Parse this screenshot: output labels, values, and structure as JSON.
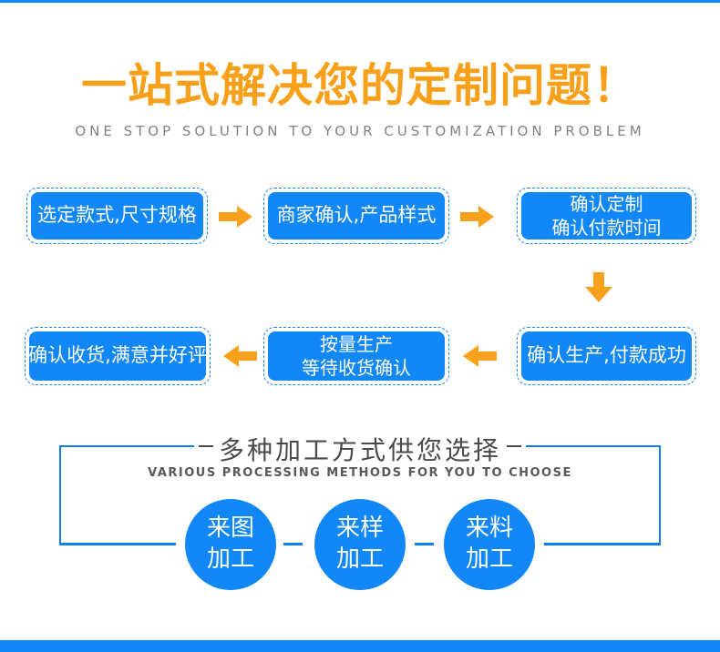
{
  "header": {
    "title": "一站式解决您的定制问题！",
    "subtitle": "ONE STOP SOLUTION TO YOUR CUSTOMIZATION PROBLEM"
  },
  "flow": {
    "steps": [
      {
        "line1": "选定款式,尺寸规格",
        "line2": ""
      },
      {
        "line1": "商家确认,产品样式",
        "line2": ""
      },
      {
        "line1": "确认定制",
        "line2": "确认付款时间"
      },
      {
        "line1": "确认生产,付款成功",
        "line2": ""
      },
      {
        "line1": "按量生产",
        "line2": "等待收货确认"
      },
      {
        "line1": "确认收货,满意并好评",
        "line2": ""
      }
    ],
    "arrow_icons": [
      "arrow-right-icon",
      "arrow-right-icon",
      "arrow-down-icon",
      "arrow-left-icon",
      "arrow-left-icon"
    ]
  },
  "section": {
    "title": "多种加工方式供您选择",
    "subtitle": "VARIOUS PROCESSING METHODS FOR YOU TO CHOOSE",
    "methods": [
      {
        "line1": "来图",
        "line2": "加工"
      },
      {
        "line1": "来样",
        "line2": "加工"
      },
      {
        "line1": "来料",
        "line2": "加工"
      }
    ]
  },
  "colors": {
    "primary_blue": "#1287f7",
    "frame_blue": "#0f7ff0",
    "accent_orange": "#f9a11c",
    "title_orange": "#f9a01b",
    "subtitle_gray": "#828282",
    "section_title_gray": "#4a4a4a"
  }
}
